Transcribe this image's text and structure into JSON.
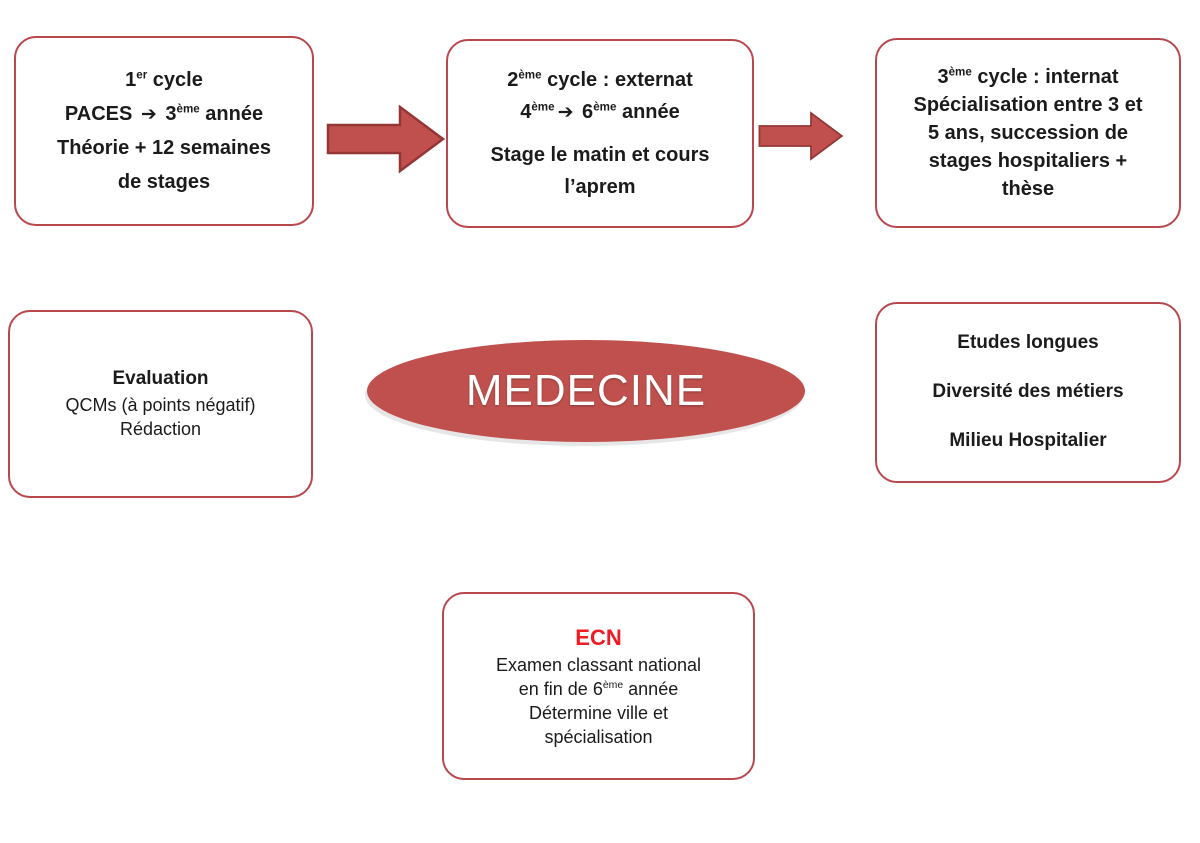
{
  "meta": {
    "diagram_title": "MEDECINE",
    "accent_red": "#B9474E",
    "arrow_fill": "#C0504D",
    "arrow_stroke": "#943634",
    "ellipse_fill": "#C0504D",
    "ecn_red": "#EE1C25",
    "background": "#FFFFFF"
  },
  "center": {
    "label": "MEDECINE"
  },
  "cycles": [
    {
      "id": "cycle-1",
      "lines": [
        {
          "text": "1",
          "sup": "er",
          "after": " cycle"
        },
        {
          "text": "PACES ",
          "arrow": "➔",
          "after2": " 3",
          "sup": "ème",
          "after": " année"
        },
        {
          "text": "Théorie + 12 semaines"
        },
        {
          "text": "de stages"
        }
      ],
      "plain_text": "1er cycle / PACES ➔ 3ème année / Théorie + 12 semaines de stages"
    },
    {
      "id": "cycle-2",
      "lines": [
        {
          "text": "2",
          "sup": "ème",
          "after": " cycle : externat"
        },
        {
          "text": "4",
          "sup": "ème",
          "arrow": "➔",
          "after2": " 6",
          "sup2": "ème",
          "after": " année"
        },
        {
          "text": "Stage le matin et cours"
        },
        {
          "text": "l’aprem"
        }
      ],
      "plain_text": "2ème cycle : externat / 4ème ➔ 6ème année / Stage le matin et cours l’aprem"
    },
    {
      "id": "cycle-3",
      "lines": [
        {
          "text": "3",
          "sup": "ème",
          "after": " cycle : internat"
        },
        {
          "text": "Spécialisation entre 3 et"
        },
        {
          "text": "5 ans, succession de"
        },
        {
          "text": "stages hospitaliers +"
        },
        {
          "text": "thèse"
        }
      ],
      "plain_text": "3ème cycle : internat / Spécialisation entre 3 et 5 ans, succession de stages hospitaliers + thèse"
    }
  ],
  "evaluation": {
    "title": "Evaluation",
    "lines": [
      "QCMs (à points négatif)",
      "Rédaction"
    ]
  },
  "etudes": {
    "lines": [
      "Etudes longues",
      "Diversité des métiers",
      "Milieu Hospitalier"
    ]
  },
  "ecn": {
    "title": "ECN",
    "lines": [
      {
        "text": "Examen classant national"
      },
      {
        "text": "en fin de 6",
        "sup": "ème",
        "after": " année"
      },
      {
        "text": "Détermine ville et"
      },
      {
        "text": "spécialisation"
      }
    ],
    "plain_text": "ECN — Examen classant national en fin de 6ème année. Détermine ville et spécialisation"
  },
  "arrows": [
    {
      "id": "arrow-cycle1-to-cycle2",
      "direction": "right",
      "from": "cycle-1",
      "to": "cycle-2"
    },
    {
      "id": "arrow-cycle2-to-cycle3",
      "direction": "right",
      "from": "cycle-2",
      "to": "cycle-3"
    }
  ]
}
